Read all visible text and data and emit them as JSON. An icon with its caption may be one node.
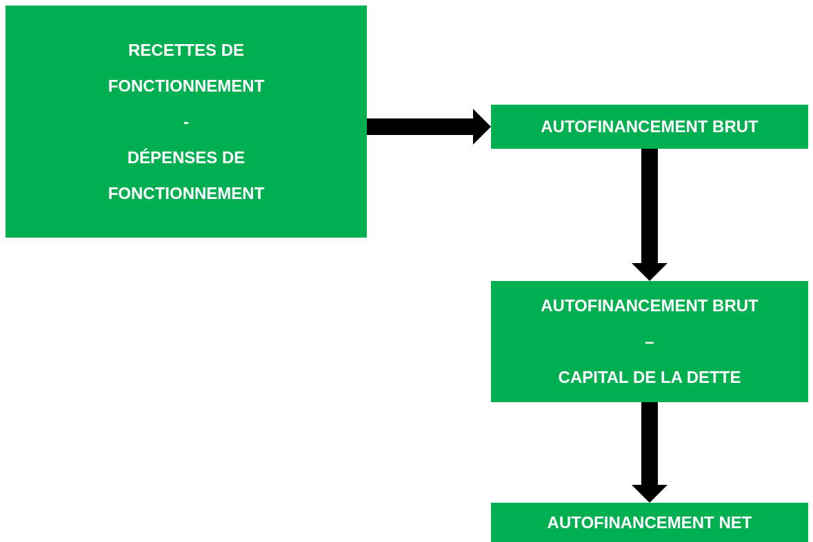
{
  "diagram": {
    "nodes": [
      {
        "text": [
          "RECETTES DE FONCTIONNEMENT",
          "-",
          "DÉPENSES DE FONCTIONNEMENT"
        ]
      },
      {
        "text": [
          "AUTOFINANCEMENT BRUT"
        ]
      },
      {
        "text": [
          "AUTOFINANCEMENT BRUT",
          "–",
          "CAPITAL DE LA DETTE"
        ]
      },
      {
        "text": [
          "AUTOFINANCEMENT NET"
        ]
      }
    ],
    "edges": [
      {
        "from": 0,
        "to": 1,
        "arrow": "to"
      },
      {
        "from": 1,
        "to": 2,
        "arrow": "to"
      },
      {
        "from": 2,
        "to": 3,
        "arrow": "to"
      }
    ]
  }
}
